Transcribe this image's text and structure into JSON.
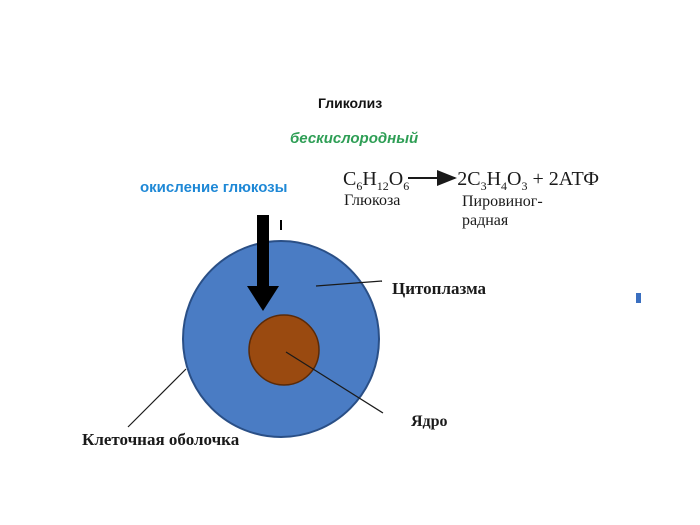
{
  "title": "Гликолиз",
  "subtitle": "бескислородный",
  "process_label": "окисление глюкозы",
  "equation": {
    "reactant_formula": "C6H12O6",
    "product_formula": "2C3H4O3 + 2АТФ",
    "reactant_name": "Глюкоза",
    "product_name": "Пировиног-радная"
  },
  "labels": {
    "cytoplasm": "Цитоплазма",
    "nucleus": "Ядро",
    "membrane": "Клеточная оболочка"
  },
  "colors": {
    "cytoplasm": "#4a7cc4",
    "nucleus": "#9a4a10",
    "subtitle": "#2e9e55",
    "process_label": "#1e88d6"
  }
}
